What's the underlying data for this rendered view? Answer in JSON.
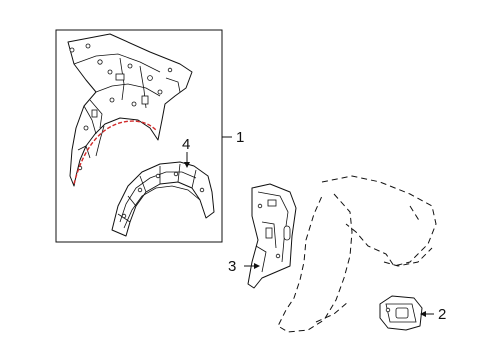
{
  "callouts": [
    {
      "id": "1",
      "text": "1"
    },
    {
      "id": "2",
      "text": "2"
    },
    {
      "id": "3",
      "text": "3"
    },
    {
      "id": "4",
      "text": "4"
    }
  ],
  "colors": {
    "line": "#111111",
    "highlight": "#d12a2a",
    "background": "#ffffff"
  }
}
